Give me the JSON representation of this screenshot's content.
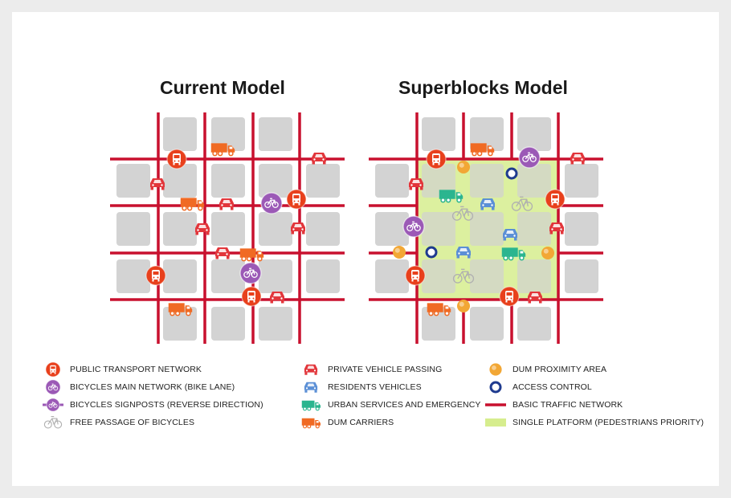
{
  "titles": {
    "current": "Current Model",
    "superblocks": "Superblocks Model"
  },
  "colors": {
    "road": "#c8102e",
    "block": "#d3d3d3",
    "platform": "#d6ed8e",
    "transport": "#e8401c",
    "bike_main": "#9b59b6",
    "bike_free": "#b0b0b0",
    "private_vehicle": "#e2363b",
    "resident_vehicle": "#5b8fd6",
    "urban_services": "#2bb58f",
    "dum_carriers": "#f06a23",
    "dum_proximity": "#f2a735",
    "access_control": "#1f3b8f"
  },
  "legend": {
    "col1": [
      {
        "icon": "bus-icon",
        "label": "PUBLIC TRANSPORT NETWORK"
      },
      {
        "icon": "bike-main-icon",
        "label": "BICYCLES MAIN NETWORK (BIKE LANE)"
      },
      {
        "icon": "bike-signpost-icon",
        "label": "BICYCLES SIGNPOSTS (REVERSE DIRECTION)"
      },
      {
        "icon": "bike-free-icon",
        "label": "FREE PASSAGE OF BICYCLES"
      }
    ],
    "col2": [
      {
        "icon": "car-private-icon",
        "label": "PRIVATE VEHICLE PASSING"
      },
      {
        "icon": "car-resident-icon",
        "label": "RESIDENTS VEHICLES"
      },
      {
        "icon": "truck-urban-icon",
        "label": "URBAN SERVICES AND EMERGENCY"
      },
      {
        "icon": "truck-dum-icon",
        "label": "DUM CARRIERS"
      }
    ],
    "col3": [
      {
        "icon": "dum-proximity-icon",
        "label": "DUM PROXIMITY AREA"
      },
      {
        "icon": "access-control-icon",
        "label": "ACCESS CONTROL"
      },
      {
        "icon": "traffic-line-icon",
        "label": "BASIC TRAFFIC NETWORK"
      },
      {
        "icon": "platform-swatch-icon",
        "label": "SINGLE PLATFORM (PEDESTRIANS PRIORITY)"
      }
    ]
  }
}
